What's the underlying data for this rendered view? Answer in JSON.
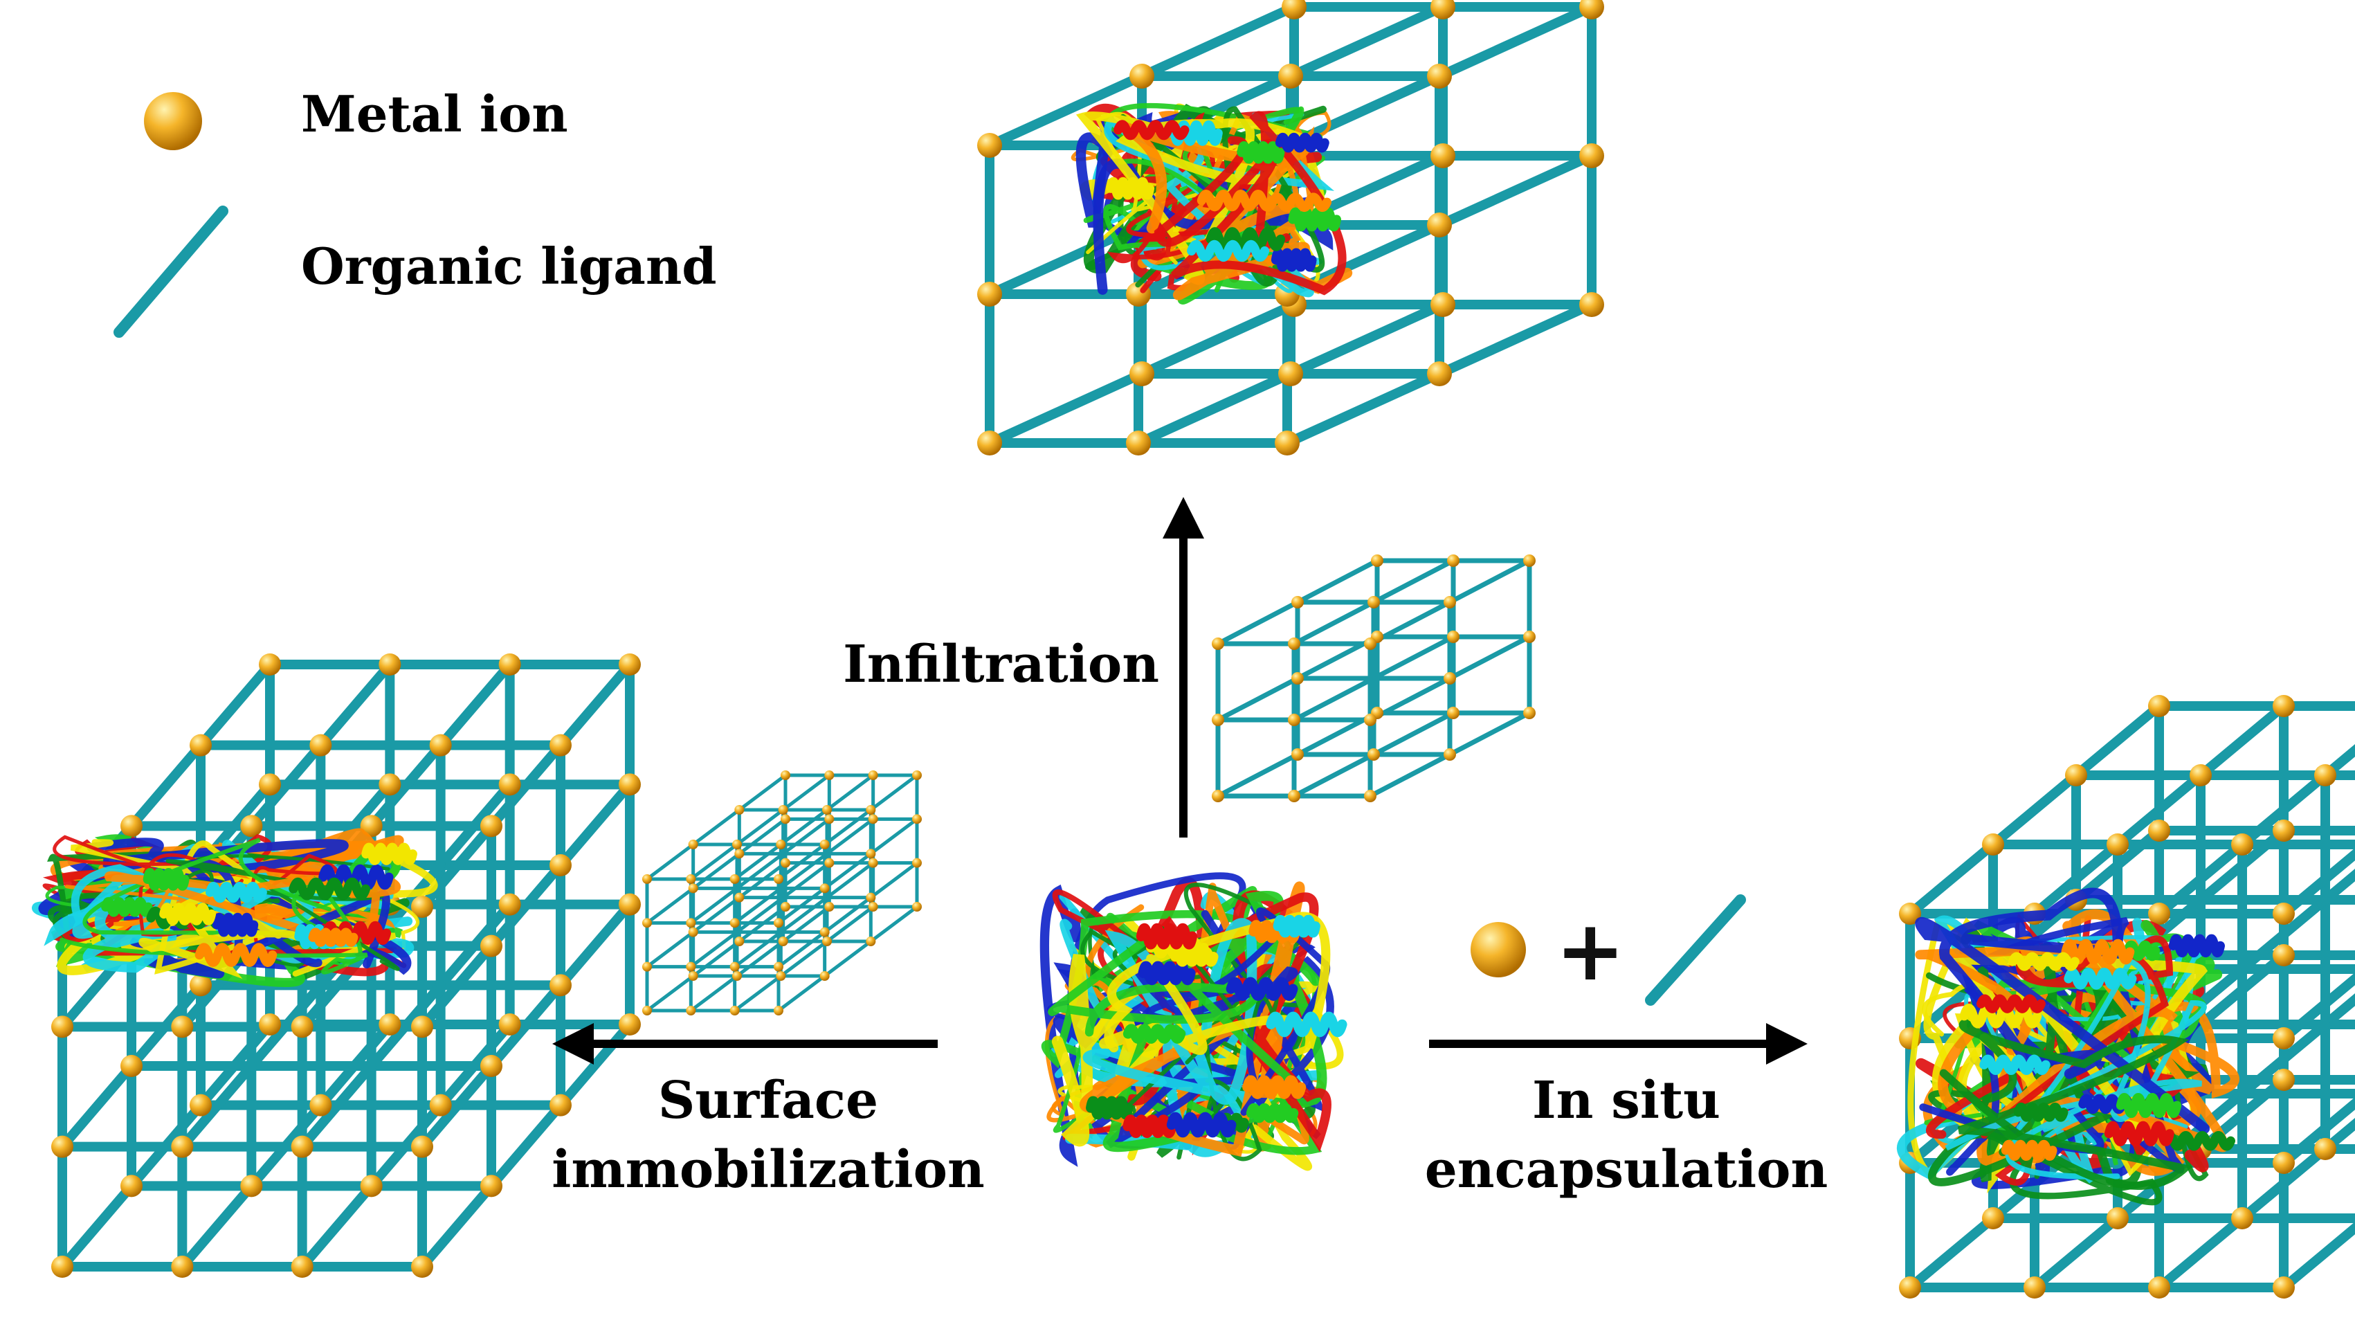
{
  "legend": {
    "metal_ion": "Metal ion",
    "organic_ligand": "Organic ligand"
  },
  "methods": {
    "infiltration": "Infiltration",
    "surface_line1": "Surface",
    "surface_line2": "immobilization",
    "insitu_line1": "In situ",
    "insitu_line2": "encapsulation"
  },
  "symbols": {
    "plus": "+"
  },
  "colors": {
    "ligand": "#1a9aa6",
    "metal_ion": "#f2a51a",
    "arrow": "#000000",
    "protein_palette": [
      "#1226c9",
      "#0a8f1a",
      "#22cc22",
      "#f2e600",
      "#ff8a00",
      "#e01010",
      "#19d4e6"
    ]
  }
}
